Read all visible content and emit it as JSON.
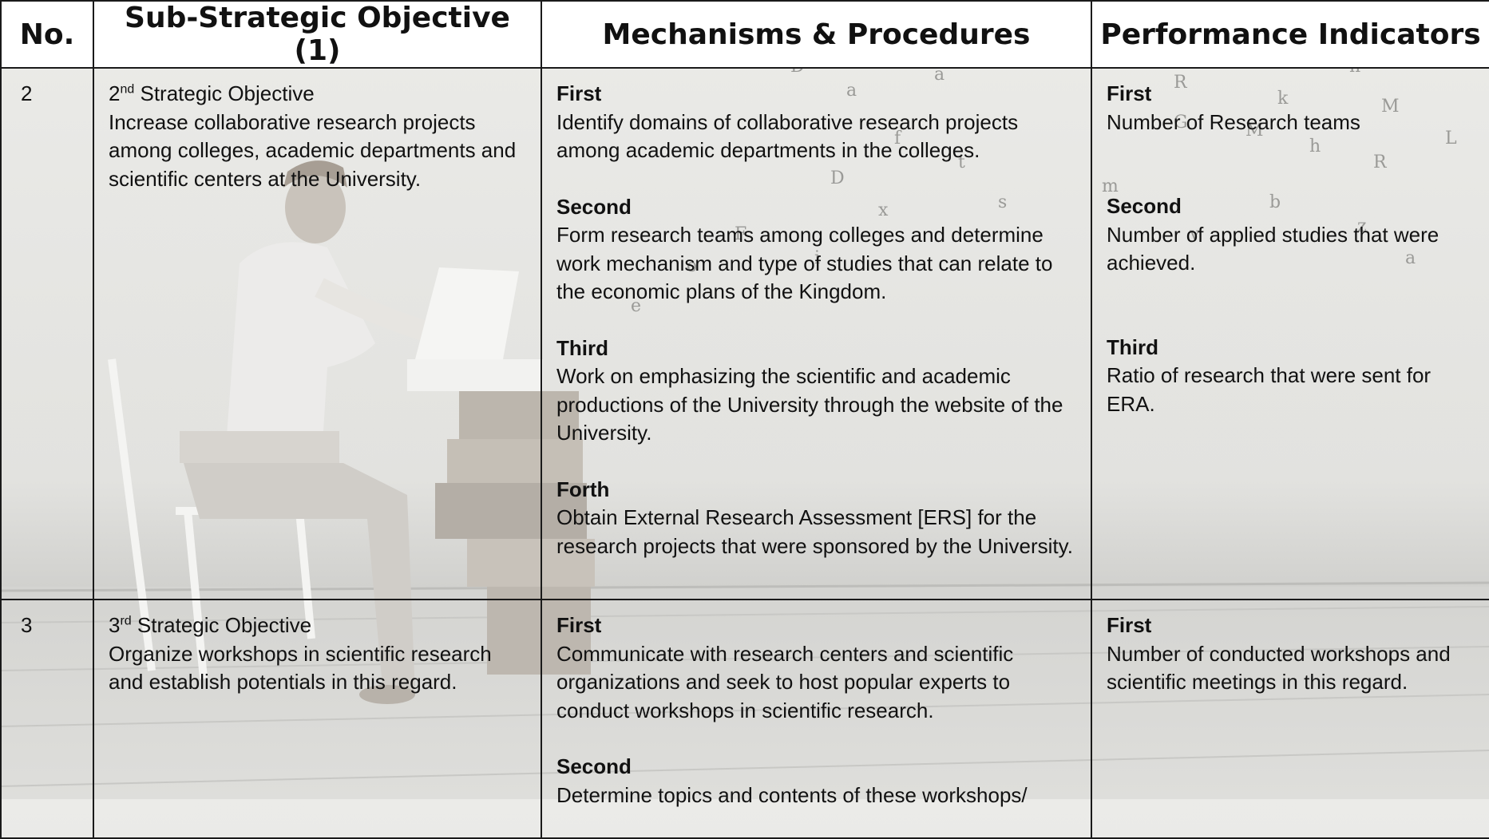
{
  "table": {
    "headers": [
      "No.",
      "Sub-Strategic Objective (1)",
      "Mechanisms & Procedures",
      "Performance Indicators"
    ],
    "rows": [
      {
        "no": "2",
        "objective_ordinal": "2",
        "objective_ordinal_suffix": "nd",
        "objective_title": " Strategic Objective",
        "objective_text": "Increase collaborative research projects among colleges, academic departments and scientific centers at the University.",
        "mechanisms": [
          {
            "label": "First",
            "text": "Identify domains of collaborative research projects among academic departments in the colleges."
          },
          {
            "label": "Second",
            "text": "Form research teams among colleges and determine work mechanism and type of studies that can relate to the economic plans of the Kingdom."
          },
          {
            "label": "Third",
            "text": "Work on emphasizing the scientific and academic productions of the University through the website of the University."
          },
          {
            "label": "Forth",
            "text": "Obtain External Research Assessment [ERS] for the research projects that were sponsored by the University."
          }
        ],
        "indicators": [
          {
            "label": "First",
            "text": "Number of Research teams"
          },
          {
            "label": "Second",
            "text": "Number of applied studies that were achieved."
          },
          {
            "label": "Third",
            "text": "Ratio of research that were sent for ERA."
          }
        ]
      },
      {
        "no": "3",
        "objective_ordinal": "3",
        "objective_ordinal_suffix": "rd",
        "objective_title": " Strategic Objective",
        "objective_text": "Organize workshops in scientific research and establish potentials in this regard.",
        "mechanisms": [
          {
            "label": "First",
            "text": "Communicate with research centers  and scientific organizations and seek to host popular experts to conduct workshops in scientific research."
          },
          {
            "label": "Second",
            "text": "Determine topics and contents of these workshops/"
          }
        ],
        "indicators": [
          {
            "label": "First",
            "text": "Number of conducted workshops  and scientific meetings in this regard."
          }
        ]
      }
    ]
  },
  "colors": {
    "border": "#1a1a1a",
    "header_bg": "#ffffff",
    "body_bg": "#e6e6e3"
  }
}
